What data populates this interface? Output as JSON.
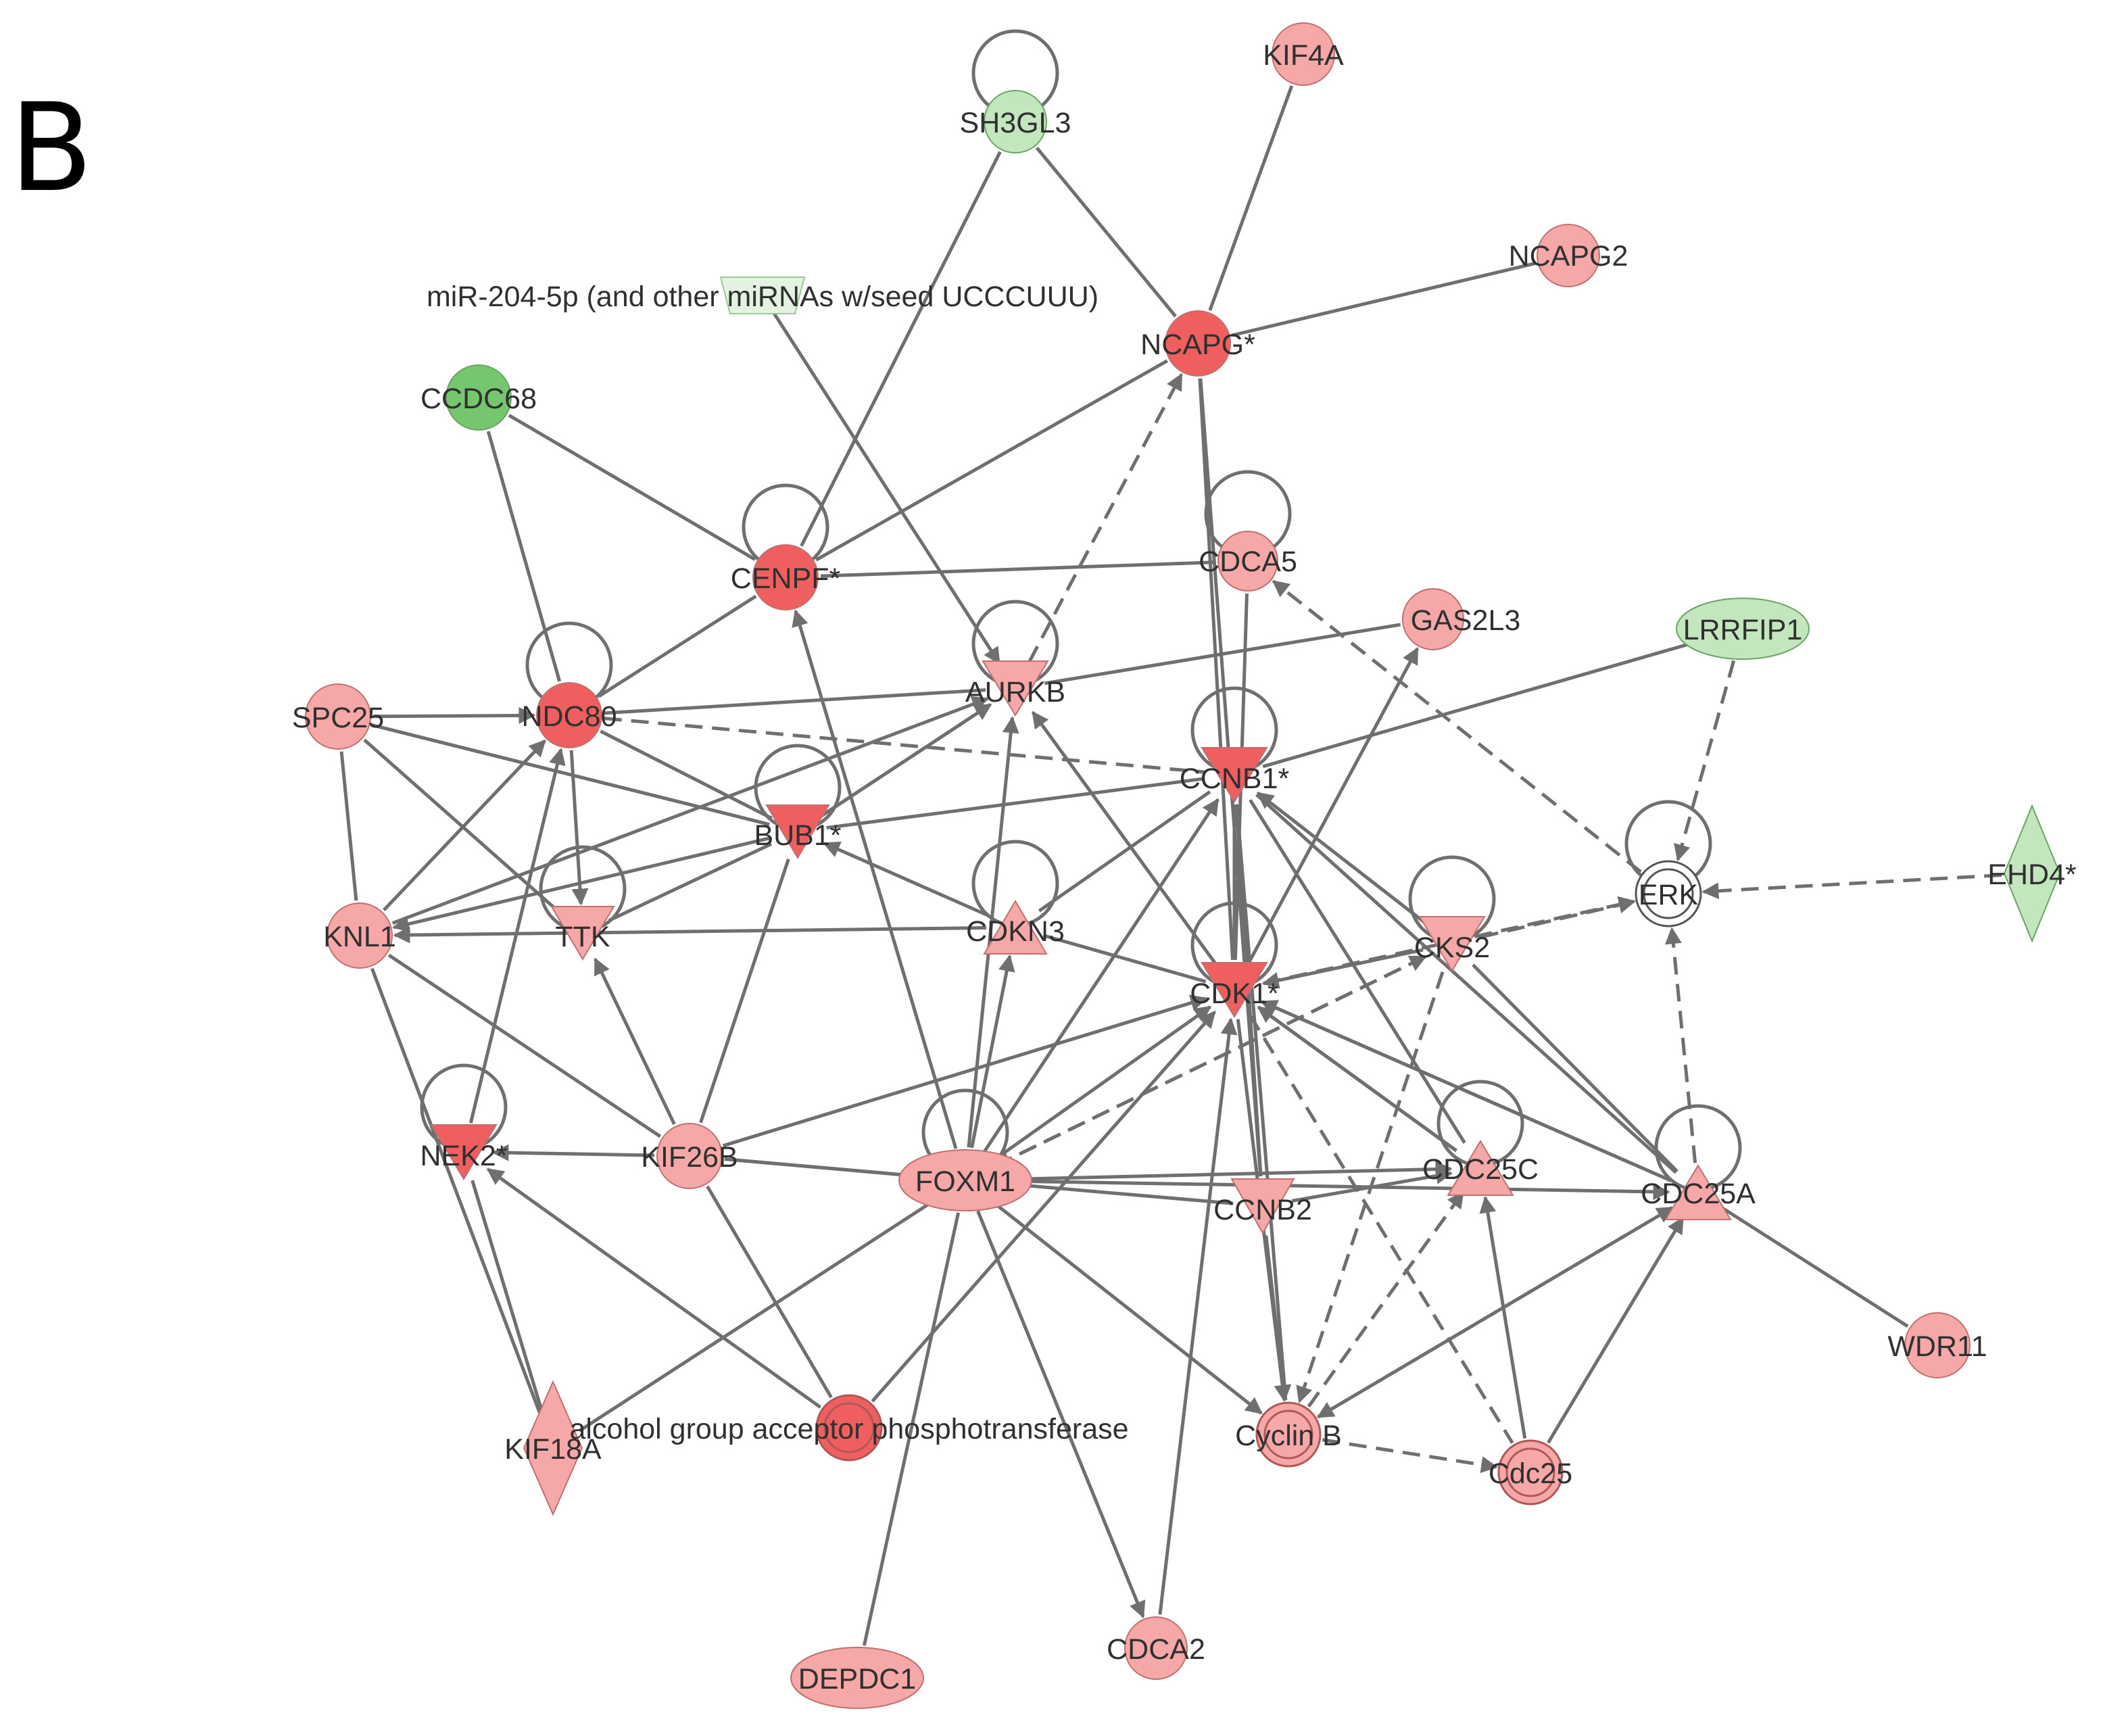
{
  "panel_label": "B",
  "colors": {
    "edge": "#6f6f6f",
    "strong_red": "#ef5f5f",
    "light_red": "#f6a7a7",
    "green": "#76c56f",
    "light_green": "#c4e6bf",
    "pale_green": "#e4f3e1",
    "white": "#ffffff",
    "outline": "#a55"
  },
  "nodes": [
    {
      "id": "SH3GL3",
      "label": "SH3GL3",
      "shape": "circle",
      "color": "light_green",
      "self_loop": true
    },
    {
      "id": "KIF4A",
      "label": "KIF4A",
      "shape": "circle",
      "color": "light_red"
    },
    {
      "id": "NCAPG2",
      "label": "NCAPG2",
      "shape": "circle",
      "color": "light_red"
    },
    {
      "id": "MIR204",
      "label": "miR-204-5p (and other miRNAs w/seed UCCCUUU)",
      "shape": "mirna",
      "color": "pale_green"
    },
    {
      "id": "NCAPG",
      "label": "NCAPG*",
      "shape": "circle",
      "color": "strong_red"
    },
    {
      "id": "CCDC68",
      "label": "CCDC68",
      "shape": "circle",
      "color": "green"
    },
    {
      "id": "CENPF",
      "label": "CENPF*",
      "shape": "circle",
      "color": "strong_red",
      "self_loop": true
    },
    {
      "id": "CDCA5",
      "label": "CDCA5",
      "shape": "circle",
      "color": "light_red",
      "self_loop": true
    },
    {
      "id": "GAS2L3",
      "label": "GAS2L3",
      "shape": "circle",
      "color": "light_red"
    },
    {
      "id": "LRRFIP1",
      "label": "LRRFIP1",
      "shape": "ellipse",
      "color": "light_green"
    },
    {
      "id": "SPC25",
      "label": "SPC25",
      "shape": "circle",
      "color": "light_red"
    },
    {
      "id": "NDC80",
      "label": "NDC80",
      "shape": "circle",
      "color": "strong_red",
      "self_loop": true
    },
    {
      "id": "AURKB",
      "label": "AURKB",
      "shape": "vtriangle",
      "color": "light_red",
      "self_loop": true
    },
    {
      "id": "CCNB1",
      "label": "CCNB1*",
      "shape": "vtriangle",
      "color": "strong_red",
      "self_loop": true
    },
    {
      "id": "BUB1",
      "label": "BUB1*",
      "shape": "vtriangle",
      "color": "strong_red",
      "self_loop": true
    },
    {
      "id": "ERK",
      "label": "ERK",
      "shape": "complex",
      "color": "white",
      "self_loop": true
    },
    {
      "id": "EHD4",
      "label": "EHD4*",
      "shape": "diamond",
      "color": "light_green"
    },
    {
      "id": "KNL1",
      "label": "KNL1",
      "shape": "circle",
      "color": "light_red"
    },
    {
      "id": "TTK",
      "label": "TTK",
      "shape": "vtriangle",
      "color": "light_red",
      "self_loop": true
    },
    {
      "id": "CDKN3",
      "label": "CDKN3",
      "shape": "triangle",
      "color": "light_red",
      "self_loop": true
    },
    {
      "id": "CKS2",
      "label": "CKS2",
      "shape": "vtriangle",
      "color": "light_red",
      "self_loop": true
    },
    {
      "id": "CDK1",
      "label": "CDK1*",
      "shape": "vtriangle",
      "color": "strong_red",
      "self_loop": true
    },
    {
      "id": "NEK2",
      "label": "NEK2*",
      "shape": "vtriangle",
      "color": "strong_red",
      "self_loop": true
    },
    {
      "id": "KIF26B",
      "label": "KIF26B",
      "shape": "circle",
      "color": "light_red"
    },
    {
      "id": "FOXM1",
      "label": "FOXM1",
      "shape": "ellipse",
      "color": "light_red",
      "self_loop": true
    },
    {
      "id": "CDC25C",
      "label": "CDC25C",
      "shape": "triangle",
      "color": "light_red",
      "self_loop": true
    },
    {
      "id": "CDC25A",
      "label": "CDC25A",
      "shape": "triangle",
      "color": "light_red",
      "self_loop": true
    },
    {
      "id": "CCNB2",
      "label": "CCNB2",
      "shape": "vtriangle",
      "color": "light_red"
    },
    {
      "id": "WDR11",
      "label": "WDR11",
      "shape": "circle",
      "color": "light_red"
    },
    {
      "id": "KIF18A",
      "label": "KIF18A",
      "shape": "diamond",
      "color": "light_red"
    },
    {
      "id": "AGAP",
      "label": "alcohol group acceptor phosphotransferase",
      "shape": "complex",
      "color": "strong_red"
    },
    {
      "id": "CYCLINB",
      "label": "Cyclin B",
      "shape": "complex",
      "color": "light_red"
    },
    {
      "id": "CDC25",
      "label": "Cdc25",
      "shape": "complex",
      "color": "light_red"
    },
    {
      "id": "DEPDC1",
      "label": "DEPDC1",
      "shape": "ellipse",
      "color": "light_red"
    },
    {
      "id": "CDCA2",
      "label": "CDCA2",
      "shape": "circle",
      "color": "light_red"
    }
  ],
  "edges": [
    {
      "from": "KIF4A",
      "to": "NCAPG",
      "arrow": false,
      "dashed": false
    },
    {
      "from": "NCAPG2",
      "to": "NCAPG",
      "arrow": false,
      "dashed": false
    },
    {
      "from": "SH3GL3",
      "to": "NCAPG",
      "arrow": false,
      "dashed": false
    },
    {
      "from": "SH3GL3",
      "to": "CENPF",
      "arrow": false,
      "dashed": false
    },
    {
      "from": "MIR204",
      "to": "AURKB",
      "arrow": true,
      "dashed": false
    },
    {
      "from": "CENPF",
      "to": "NCAPG",
      "arrow": false,
      "dashed": false
    },
    {
      "from": "AURKB",
      "to": "NCAPG",
      "arrow": true,
      "dashed": true
    },
    {
      "from": "NCAPG",
      "to": "CCNB2",
      "arrow": false,
      "dashed": false
    },
    {
      "from": "NCAPG",
      "to": "CDK1",
      "arrow": false,
      "dashed": false
    },
    {
      "from": "CCDC68",
      "to": "CENPF",
      "arrow": false,
      "dashed": false
    },
    {
      "from": "CCDC68",
      "to": "NDC80",
      "arrow": false,
      "dashed": false
    },
    {
      "from": "CENPF",
      "to": "CDCA5",
      "arrow": false,
      "dashed": false
    },
    {
      "from": "CENPF",
      "to": "NDC80",
      "arrow": false,
      "dashed": false
    },
    {
      "from": "FOXM1",
      "to": "CENPF",
      "arrow": true,
      "dashed": false
    },
    {
      "from": "CDCA5",
      "to": "CDK1",
      "arrow": false,
      "dashed": false
    },
    {
      "from": "ERK",
      "to": "CDCA5",
      "arrow": true,
      "dashed": true
    },
    {
      "from": "GAS2L3",
      "to": "AURKB",
      "arrow": false,
      "dashed": false
    },
    {
      "from": "CDK1",
      "to": "GAS2L3",
      "arrow": true,
      "dashed": false
    },
    {
      "from": "LRRFIP1",
      "to": "CCNB1",
      "arrow": false,
      "dashed": false
    },
    {
      "from": "LRRFIP1",
      "to": "ERK",
      "arrow": true,
      "dashed": true
    },
    {
      "from": "EHD4",
      "to": "ERK",
      "arrow": true,
      "dashed": true
    },
    {
      "from": "SPC25",
      "to": "NDC80",
      "arrow": true,
      "dashed": false
    },
    {
      "from": "SPC25",
      "to": "KNL1",
      "arrow": false,
      "dashed": false
    },
    {
      "from": "SPC25",
      "to": "TTK",
      "arrow": false,
      "dashed": false
    },
    {
      "from": "SPC25",
      "to": "BUB1",
      "arrow": false,
      "dashed": false
    },
    {
      "from": "NDC80",
      "to": "AURKB",
      "arrow": false,
      "dashed": false
    },
    {
      "from": "NDC80",
      "to": "CCNB1",
      "arrow": false,
      "dashed": true
    },
    {
      "from": "NDC80",
      "to": "TTK",
      "arrow": true,
      "dashed": false
    },
    {
      "from": "NDC80",
      "to": "BUB1",
      "arrow": false,
      "dashed": false
    },
    {
      "from": "KNL1",
      "to": "NDC80",
      "arrow": true,
      "dashed": false
    },
    {
      "from": "NEK2",
      "to": "NDC80",
      "arrow": true,
      "dashed": false
    },
    {
      "from": "BUB1",
      "to": "AURKB",
      "arrow": true,
      "dashed": false
    },
    {
      "from": "BUB1",
      "to": "AURKB",
      "arrow": true,
      "dashed": true
    },
    {
      "from": "BUB1",
      "to": "CCNB1",
      "arrow": false,
      "dashed": false
    },
    {
      "from": "BUB1",
      "to": "KNL1",
      "arrow": true,
      "dashed": false
    },
    {
      "from": "BUB1",
      "to": "TTK",
      "arrow": false,
      "dashed": false
    },
    {
      "from": "KNL1",
      "to": "AURKB",
      "arrow": true,
      "dashed": false
    },
    {
      "from": "CDKN3",
      "to": "BUB1",
      "arrow": true,
      "dashed": false
    },
    {
      "from": "CDKN3",
      "to": "KNL1",
      "arrow": true,
      "dashed": false
    },
    {
      "from": "CDKN3",
      "to": "CDK1",
      "arrow": false,
      "dashed": false
    },
    {
      "from": "FOXM1",
      "to": "AURKB",
      "arrow": true,
      "dashed": false
    },
    {
      "from": "CDK1",
      "to": "AURKB",
      "arrow": true,
      "dashed": false
    },
    {
      "from": "CCNB1",
      "to": "CDK1",
      "arrow": false,
      "dashed": false
    },
    {
      "from": "CCNB1",
      "to": "CCNB2",
      "arrow": false,
      "dashed": false
    },
    {
      "from": "CCNB1",
      "to": "CYCLINB",
      "arrow": false,
      "dashed": false
    },
    {
      "from": "CCNB1",
      "to": "CDC25C",
      "arrow": false,
      "dashed": false
    },
    {
      "from": "CCNB1",
      "to": "CDC25A",
      "arrow": false,
      "dashed": false
    },
    {
      "from": "CKS2",
      "to": "CCNB1",
      "arrow": true,
      "dashed": false
    },
    {
      "from": "CDKN3",
      "to": "CCNB1",
      "arrow": false,
      "dashed": false
    },
    {
      "from": "FOXM1",
      "to": "CCNB1",
      "arrow": true,
      "dashed": false
    },
    {
      "from": "KIF26B",
      "to": "BUB1",
      "arrow": false,
      "dashed": false
    },
    {
      "from": "KIF26B",
      "to": "TTK",
      "arrow": true,
      "dashed": false
    },
    {
      "from": "KIF26B",
      "to": "CDK1",
      "arrow": true,
      "dashed": false
    },
    {
      "from": "KIF26B",
      "to": "NEK2",
      "arrow": true,
      "dashed": false
    },
    {
      "from": "KIF26B",
      "to": "KNL1",
      "arrow": false,
      "dashed": false
    },
    {
      "from": "KIF26B",
      "to": "FOXM1",
      "arrow": false,
      "dashed": false
    },
    {
      "from": "KIF26B",
      "to": "AGAP",
      "arrow": false,
      "dashed": false
    },
    {
      "from": "KNL1",
      "to": "KIF18A",
      "arrow": false,
      "dashed": false
    },
    {
      "from": "NEK2",
      "to": "KIF18A",
      "arrow": false,
      "dashed": false
    },
    {
      "from": "FOXM1",
      "to": "CDKN3",
      "arrow": true,
      "dashed": false
    },
    {
      "from": "FOXM1",
      "to": "CDK1",
      "arrow": true,
      "dashed": false
    },
    {
      "from": "FOXM1",
      "to": "CKS2",
      "arrow": true,
      "dashed": true
    },
    {
      "from": "FOXM1",
      "to": "CDC25C",
      "arrow": true,
      "dashed": false
    },
    {
      "from": "FOXM1",
      "to": "CDC25A",
      "arrow": true,
      "dashed": false
    },
    {
      "from": "FOXM1",
      "to": "CCNB2",
      "arrow": false,
      "dashed": false
    },
    {
      "from": "FOXM1",
      "to": "CYCLINB",
      "arrow": true,
      "dashed": false
    },
    {
      "from": "FOXM1",
      "to": "CDCA2",
      "arrow": true,
      "dashed": false
    },
    {
      "from": "FOXM1",
      "to": "DEPDC1",
      "arrow": false,
      "dashed": false
    },
    {
      "from": "FOXM1",
      "to": "KIF18A",
      "arrow": false,
      "dashed": false
    },
    {
      "from": "CKS2",
      "to": "CDK1",
      "arrow": true,
      "dashed": false
    },
    {
      "from": "CKS2",
      "to": "ERK",
      "arrow": true,
      "dashed": true
    },
    {
      "from": "CDK1",
      "to": "ERK",
      "arrow": true,
      "dashed": true
    },
    {
      "from": "CKS2",
      "to": "FOXM1",
      "arrow": true,
      "dashed": true
    },
    {
      "from": "CKS2",
      "to": "CDC25A",
      "arrow": false,
      "dashed": false
    },
    {
      "from": "CKS2",
      "to": "CYCLINB",
      "arrow": true,
      "dashed": true
    },
    {
      "from": "CDK1",
      "to": "CDC25C",
      "arrow": false,
      "dashed": false
    },
    {
      "from": "CDK1",
      "to": "CDC25A",
      "arrow": false,
      "dashed": false
    },
    {
      "from": "CDK1",
      "to": "CYCLINB",
      "arrow": true,
      "dashed": false
    },
    {
      "from": "CDK1",
      "to": "CDC25",
      "arrow": false,
      "dashed": true
    },
    {
      "from": "CDC25A",
      "to": "CDK1",
      "arrow": true,
      "dashed": false
    },
    {
      "from": "CDC25C",
      "to": "CDK1",
      "arrow": true,
      "dashed": false
    },
    {
      "from": "CDCA2",
      "to": "CDK1",
      "arrow": true,
      "dashed": false
    },
    {
      "from": "AGAP",
      "to": "CDK1",
      "arrow": true,
      "dashed": false
    },
    {
      "from": "AGAP",
      "to": "NEK2",
      "arrow": true,
      "dashed": false
    },
    {
      "from": "FOXM1",
      "to": "KIF26B",
      "arrow": false,
      "dashed": false
    },
    {
      "from": "CCNB2",
      "to": "CDC25C",
      "arrow": true,
      "dashed": false
    },
    {
      "from": "CCNB2",
      "to": "CYCLINB",
      "arrow": true,
      "dashed": false
    },
    {
      "from": "CDC25A",
      "to": "ERK",
      "arrow": true,
      "dashed": true
    },
    {
      "from": "CDC25A",
      "to": "WDR11",
      "arrow": false,
      "dashed": false
    },
    {
      "from": "CDC25",
      "to": "CDC25A",
      "arrow": true,
      "dashed": false
    },
    {
      "from": "CDC25",
      "to": "CDC25C",
      "arrow": true,
      "dashed": false
    },
    {
      "from": "CYCLINB",
      "to": "CDC25C",
      "arrow": true,
      "dashed": true
    },
    {
      "from": "CYCLINB",
      "to": "CDC25A",
      "arrow": true,
      "dashed": true
    },
    {
      "from": "CDC25A",
      "to": "CYCLINB",
      "arrow": true,
      "dashed": true
    },
    {
      "from": "CYCLINB",
      "to": "CDC25",
      "arrow": true,
      "dashed": true
    }
  ]
}
